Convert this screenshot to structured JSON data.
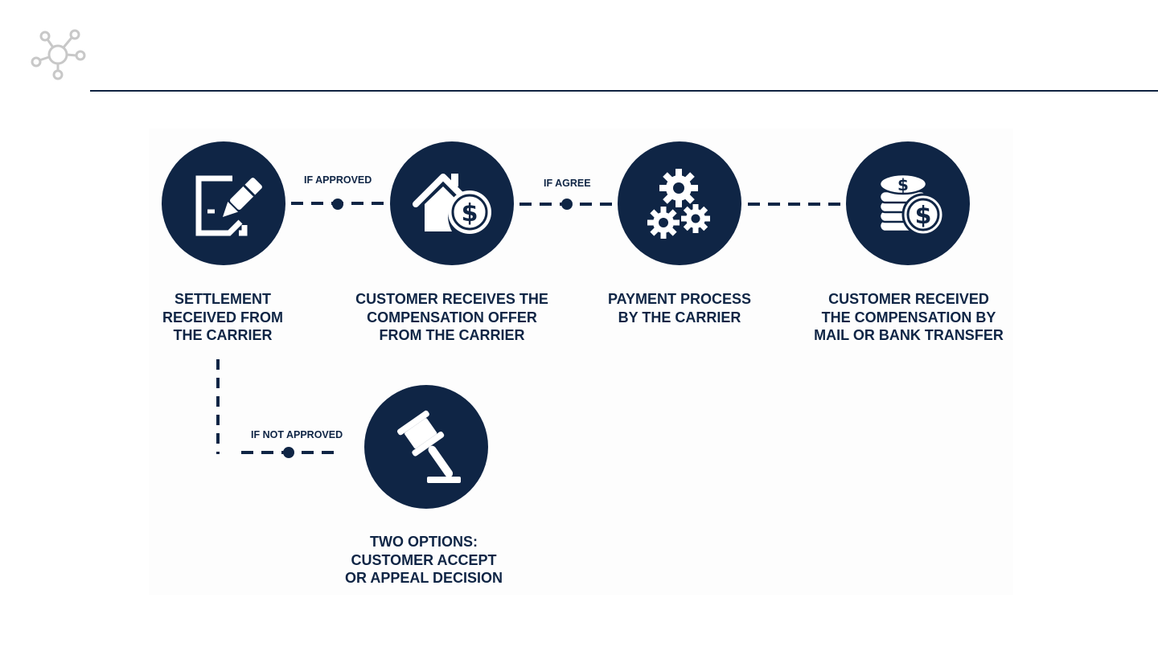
{
  "colors": {
    "primary": "#0f2545",
    "accent_gray": "#c8c8c8",
    "white": "#ffffff"
  },
  "header": {
    "icon": "network-nodes-icon"
  },
  "diagram": {
    "steps": [
      {
        "id": "settlement",
        "icon": "document-pen-icon",
        "label": "SETTLEMENT\nRECEIVED FROM\nTHE CARRIER"
      },
      {
        "id": "offer",
        "icon": "house-dollar-icon",
        "label": "CUSTOMER RECEIVES THE\nCOMPENSATION OFFER\nFROM THE CARRIER"
      },
      {
        "id": "payment",
        "icon": "gears-icon",
        "label": "PAYMENT PROCESS\nBY THE CARRIER"
      },
      {
        "id": "received",
        "icon": "coins-dollar-icon",
        "label": "CUSTOMER RECEIVED\nTHE COMPENSATION BY\nMAIL OR BANK TRANSFER"
      },
      {
        "id": "options",
        "icon": "gavel-icon",
        "label": "TWO OPTIONS:\nCUSTOMER ACCEPT\nOR APPEAL DECISION"
      }
    ],
    "conditions": {
      "approved": "IF APPROVED",
      "agree": "IF AGREE",
      "not_approved": "IF NOT APPROVED"
    }
  }
}
